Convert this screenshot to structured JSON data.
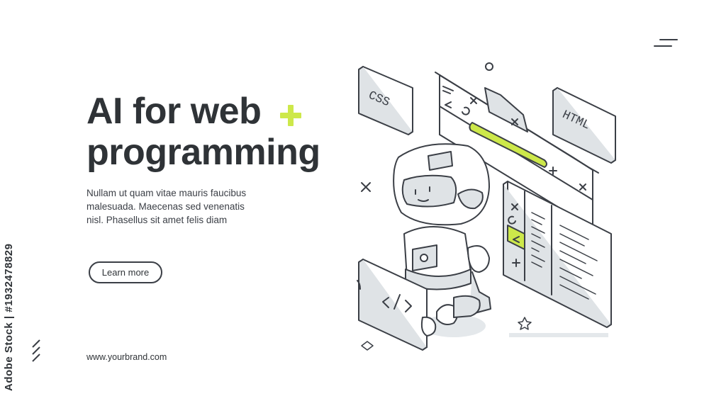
{
  "hero": {
    "headline_line1": "AI for web",
    "headline_line2": "programming",
    "body": "Nullam ut quam vitae mauris faucibus malesuada. Maecenas sed venenatis nisl. Phasellus sit amet felis diam",
    "cta_label": "Learn more",
    "brand_url": "www.yourbrand.com"
  },
  "illustration": {
    "css_label": "CSS",
    "html_label": "HTML",
    "code_tag": "</>"
  },
  "stock_id": "Adobe Stock | #1932478829",
  "icons": [
    "menu-icon",
    "plus-icon",
    "slashes-icon",
    "robot-icon",
    "browser-window-icon",
    "code-editor-icon",
    "laptop-icon",
    "star-icon"
  ],
  "colors": {
    "accent": "#cde84a",
    "text": "#2f3337",
    "line": "#3b3f46",
    "fill_gray": "#dfe3e6"
  }
}
